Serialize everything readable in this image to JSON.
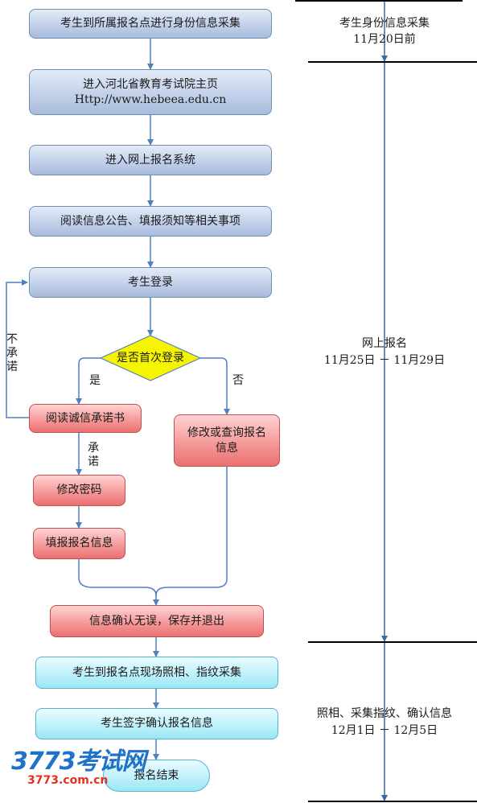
{
  "flow": {
    "step1": "考生到所属报名点进行身份信息采集",
    "step2_line1": "进入河北省教育考试院主页",
    "step2_line2": "Http://www.hebeea.edu.cn",
    "step3": "进入网上报名系统",
    "step4": "阅读信息公告、填报须知等相关事项",
    "step5": "考生登录",
    "decision": "是否首次登录",
    "yes_label": "是",
    "no_label": "否",
    "not_promise_label": "不承诺",
    "promise_label": "承诺",
    "read_promise": "阅读诚信承诺书",
    "modify_query": "修改或查询报名信息",
    "change_password": "修改密码",
    "fill_info": "填报报名信息",
    "confirm_save": "信息确认无误，保存并退出",
    "photo_fingerprint": "考生到报名点现场照相、指纹采集",
    "sign_confirm": "考生签字确认报名信息",
    "end": "报名结束"
  },
  "timeline": {
    "phase1_title": "考生身份信息采集",
    "phase1_date": "11月20日前",
    "phase2_title": "网上报名",
    "phase2_date": "11月25日 － 11月29日",
    "phase3_title": "照相、采集指纹、确认信息",
    "phase3_date": "12月1日 － 12月5日"
  },
  "watermark": {
    "brand": "3773考试网",
    "url": "3773.com.cn"
  },
  "colors": {
    "blue_box": "#c2d1ea",
    "red_box": "#f59a9a",
    "cyan_box": "#bff1fb",
    "decision": "#f7f400",
    "arrow": "#4f81bd"
  }
}
